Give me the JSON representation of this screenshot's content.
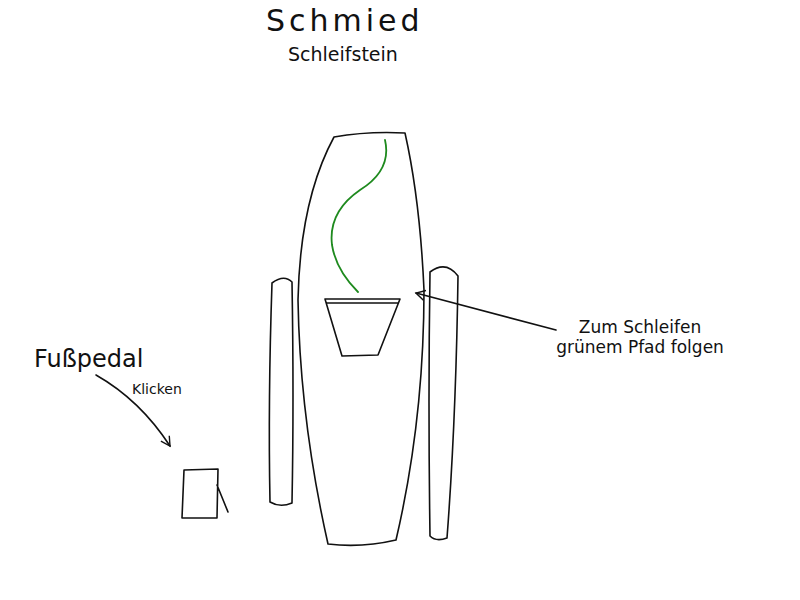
{
  "diagram": {
    "title": "Schmied",
    "labels": [
      "Schleifstein",
      "Fußpedal",
      "Klicken",
      "Zum Schleifen grünem Pfad folgen"
    ]
  }
}
